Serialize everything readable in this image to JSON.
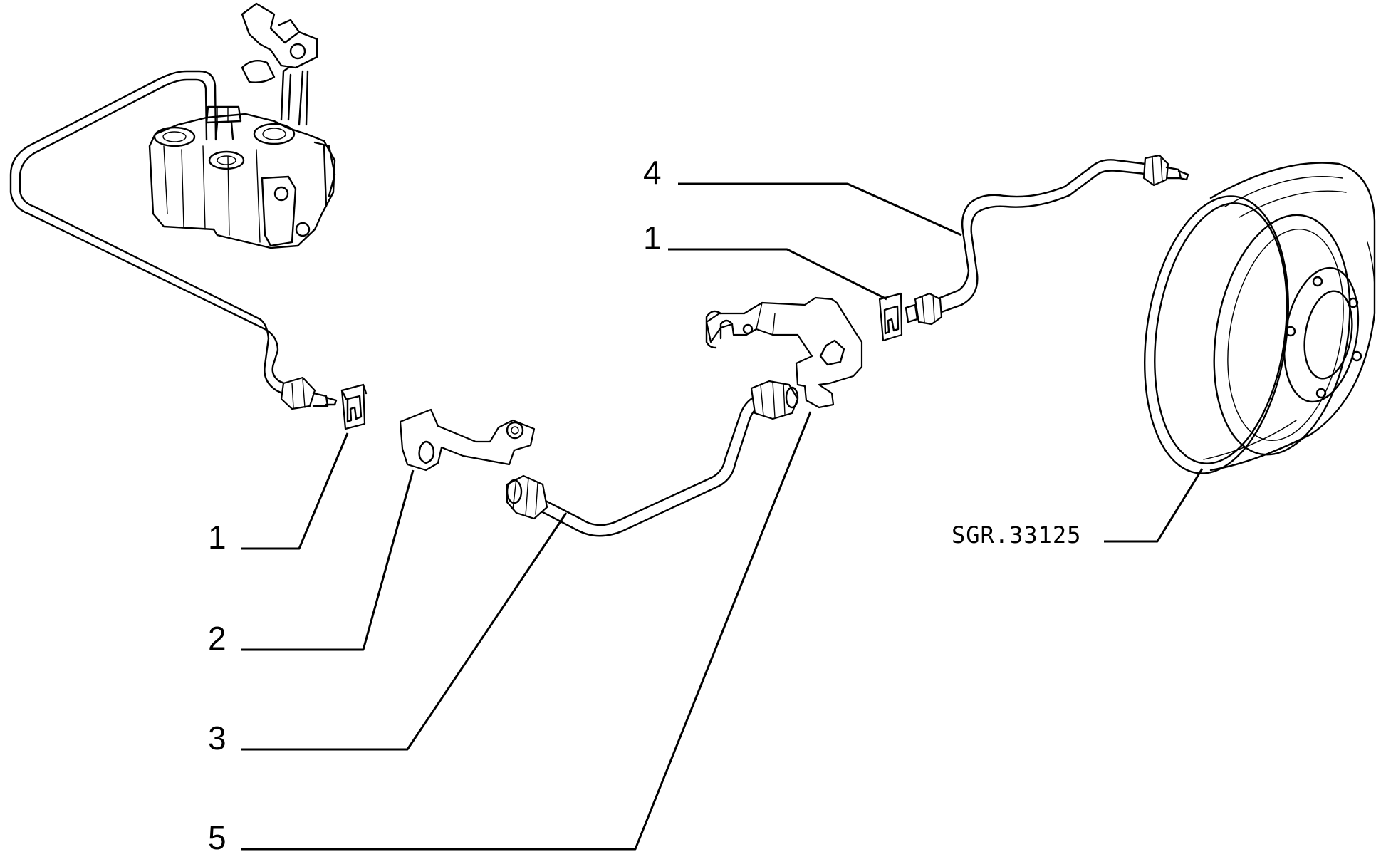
{
  "reference_code": "SGR.33125",
  "callouts": [
    {
      "id": "callout-4-top",
      "label": "4"
    },
    {
      "id": "callout-1-top",
      "label": "1"
    },
    {
      "id": "callout-1-left",
      "label": "1"
    },
    {
      "id": "callout-2",
      "label": "2"
    },
    {
      "id": "callout-3",
      "label": "3"
    },
    {
      "id": "callout-5",
      "label": "5"
    }
  ]
}
